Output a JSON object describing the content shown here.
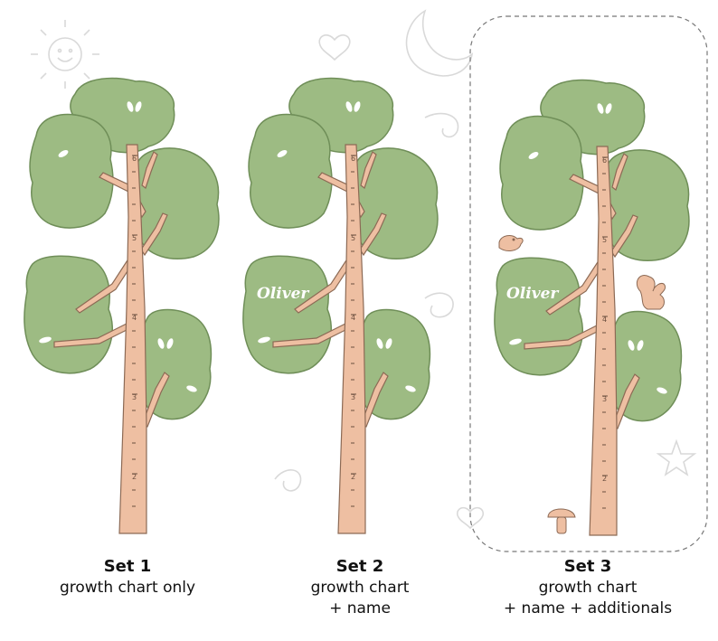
{
  "name_label": "Oliver",
  "ruler_marks": [
    "6",
    "5",
    "4",
    "3",
    "2"
  ],
  "colors": {
    "leaf": "#9dbb83",
    "leaf_edge": "#6f8e58",
    "trunk": "#eebfa2",
    "trunk_edge": "#8c6a55",
    "doodle": "#d9d9d9",
    "dashed_border": "#777777"
  },
  "icons": [
    "sun-icon",
    "moon-icon",
    "heart-icon",
    "star-icon",
    "swirl-icon",
    "bird-icon",
    "squirrel-icon",
    "mushroom-icon"
  ],
  "sets": [
    {
      "title": "Set 1",
      "lines": [
        "growth chart only"
      ]
    },
    {
      "title": "Set 2",
      "lines": [
        "growth chart",
        "+ name"
      ]
    },
    {
      "title": "Set 3",
      "lines": [
        "growth chart",
        "+ name + additionals"
      ]
    }
  ]
}
